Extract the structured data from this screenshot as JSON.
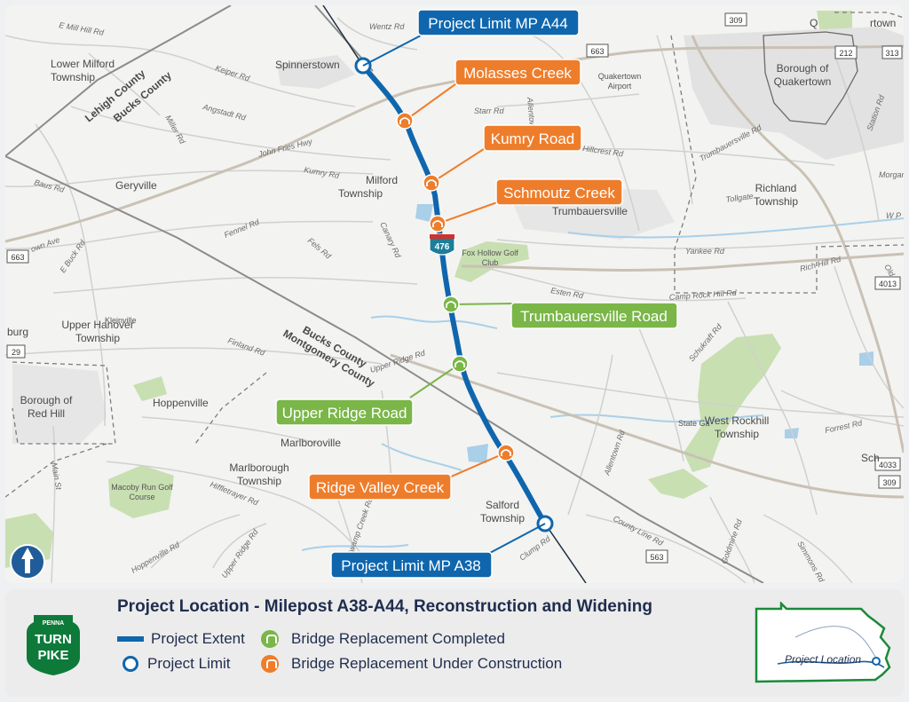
{
  "map": {
    "places": {
      "lower_milford": [
        "Lower Milford",
        "Township"
      ],
      "spinnerstown": "Spinnerstown",
      "lehigh_county": "Lehigh County",
      "bucks_county_top": "Bucks County",
      "geryville": "Geryville",
      "milford": [
        "Milford",
        "Township"
      ],
      "quakertown_airport": [
        "Quakertown",
        "Airport"
      ],
      "borough_quakertown": [
        "Borough of",
        "Quakertown"
      ],
      "quakertown_partial": "Q",
      "quakertown_partial2": "rtown",
      "richland": [
        "Richland",
        "Township"
      ],
      "trumbauersville": "Trumbauersville",
      "fox_hollow": [
        "Fox Hollow Golf",
        "Club"
      ],
      "upper_hanover": [
        "Upper Hanover",
        "Township"
      ],
      "kleinville": "Kleinville",
      "bucks_county": "Bucks County",
      "montgomery_county": "Montgomery County",
      "borough_red_hill": [
        "Borough of",
        "Red Hill"
      ],
      "hoppenville": "Hoppenville",
      "marlborough": [
        "Marlborough",
        "Township"
      ],
      "marlboroville": "Marlboroville",
      "macoby": [
        "Macoby Run Golf",
        "Course"
      ],
      "salford": [
        "Salford",
        "Township"
      ],
      "west_rockhill": [
        "West Rockhill",
        "Township"
      ],
      "state_game": "State Ga",
      "burg": "burg",
      "schw": "Sch",
      "morgan": "Morgan"
    },
    "roads": {
      "e_mill_hill": "E Mill Hill Rd",
      "wentz": "Wentz Rd",
      "keiper": "Keiper Rd",
      "angstadt": "Angstadt Rd",
      "miller": "Miller Rd",
      "john_fries": "John Fries Hwy",
      "kumry": "Kumry Rd",
      "starr": "Starr Rd",
      "allentown_top": "Allentown",
      "hillcrest": "Hillcrest Rd",
      "trumbauersville_rd": "Trumbauersville Rd",
      "station": "Station Rd",
      "tollgate": "Tollgate",
      "canary": "Canary Rd",
      "fennel": "Fennel Rd",
      "fels": "Fels Rd",
      "baus": "Baus Rd",
      "e_buck": "E Buck Rd",
      "town_ave": "own Ave",
      "yankee": "Yankee Rd",
      "rich_hill": "Rich Hill Rd",
      "camp_rock_hill": "Camp Rock Hill Rd",
      "esten": "Esten Rd",
      "finland": "Finland Rd",
      "upper_ridge": "Upper Ridge Rd",
      "schukraft": "Schukraft Rd",
      "allentown_rd": "Allentown Rd",
      "forrest": "Forrest Rd",
      "hoppenville_rd": "Hoppenville Rd",
      "hiffletrayer": "Hiffletrayer Rd",
      "swamp_creek": "Swamp Creek Rd",
      "county_line": "County Line Rd",
      "clump": "Clump Rd",
      "goldmine": "Goldmine Rd",
      "simmons": "Simmons Rd",
      "main_st": "Main St",
      "wp": "W P",
      "old": "Old"
    },
    "shields": {
      "r309_top": "309",
      "r663_top": "663",
      "r212": "212",
      "r313": "313",
      "r663_left": "663",
      "r4013": "4013",
      "r29": "29",
      "r4033": "4033",
      "r309_bottom": "309",
      "r563": "563",
      "i476": "476"
    },
    "callouts": {
      "limit_north": "Project Limit MP A44",
      "molasses": "Molasses Creek",
      "kumry": "Kumry Road",
      "schmoutz": "Schmoutz Creek",
      "trumbauersville": "Trumbauersville Road",
      "upper_ridge": "Upper Ridge Road",
      "ridge_valley": "Ridge Valley Creek",
      "limit_south": "Project Limit MP A38"
    }
  },
  "legend": {
    "title": "Project Location - Milepost A38-A44, Reconstruction and Widening",
    "project_extent": "Project Extent",
    "project_limit": "Project Limit",
    "bridge_completed": "Bridge Replacement Completed",
    "bridge_under_construction": "Bridge Replacement Under Construction",
    "inset_label": "Project Location"
  },
  "logo": {
    "penna": "PENNA",
    "turn": "TURN",
    "pike": "PIKE"
  },
  "colors": {
    "project_blue": "#0f66ad",
    "completed_green": "#7ab648",
    "construction_orange": "#ee7d2b",
    "logo_green": "#0d7a3a"
  },
  "icons": {
    "north_arrow": "north-arrow-icon",
    "bridge": "bridge-icon"
  }
}
